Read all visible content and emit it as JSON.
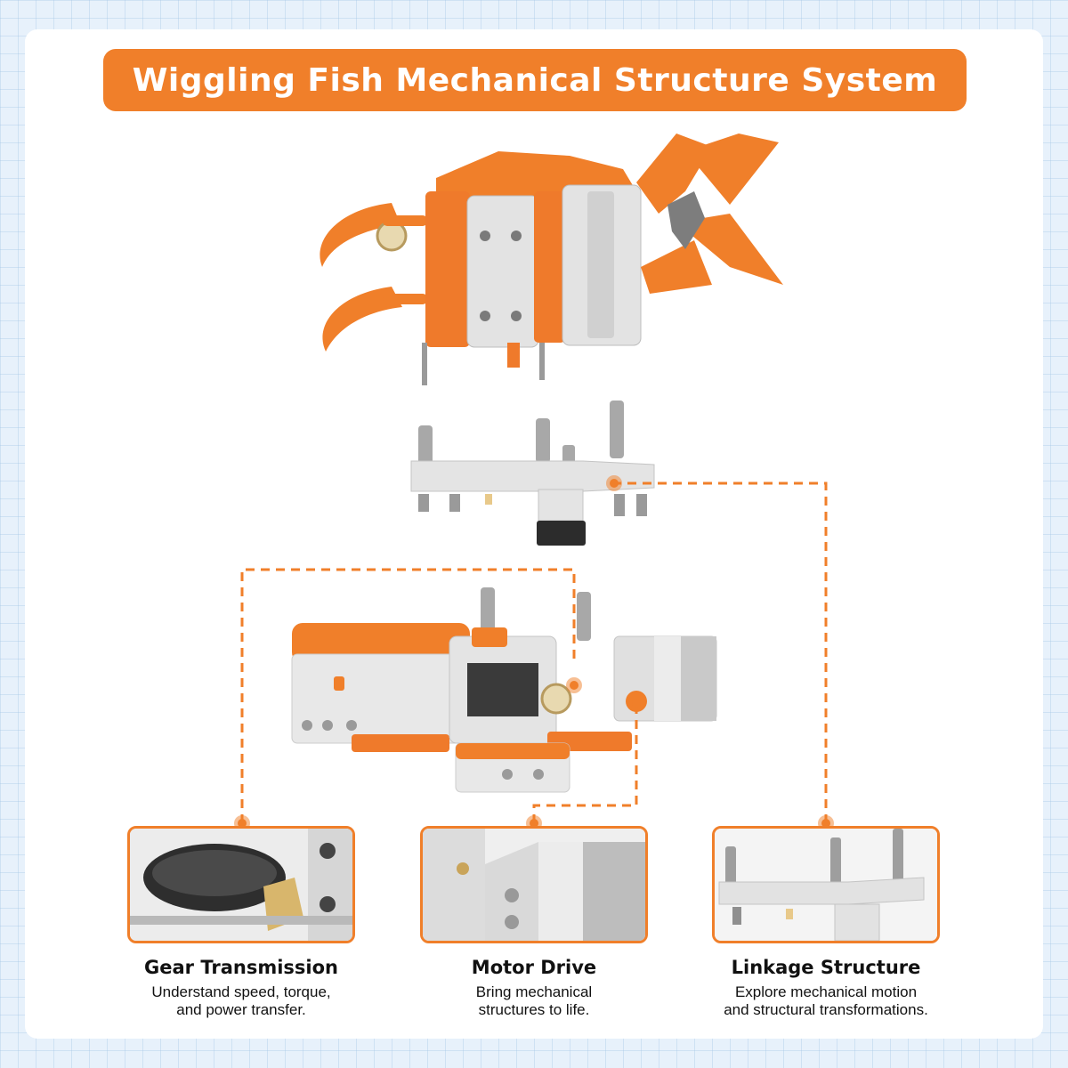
{
  "title": "Wiggling Fish Mechanical Structure System",
  "colors": {
    "accent": "#f07f2a",
    "background": "#e7f1fb",
    "card": "#ffffff",
    "part_gray": "#d9d9d9",
    "part_dark": "#5a5a5a"
  },
  "features": [
    {
      "name": "Gear Transmission",
      "line1": "Understand speed, torque,",
      "line2": "and power transfer."
    },
    {
      "name": "Motor Drive",
      "line1": "Bring mechanical",
      "line2": "structures to life."
    },
    {
      "name": "Linkage Structure",
      "line1": "Explore mechanical motion",
      "line2": "and structural transformations."
    }
  ]
}
